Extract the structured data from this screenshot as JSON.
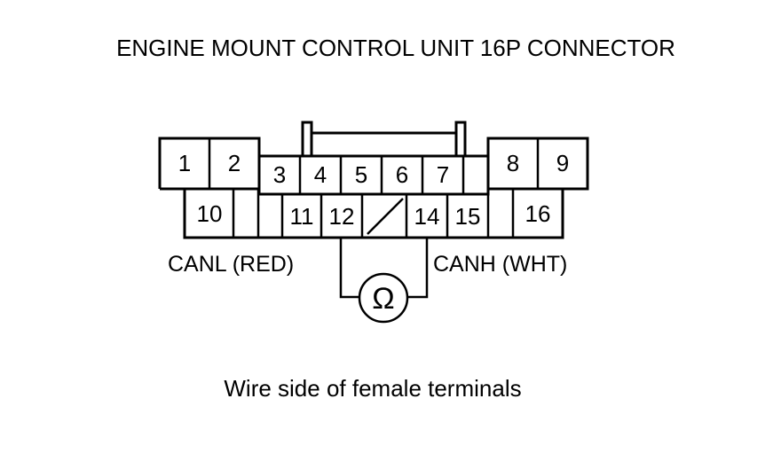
{
  "title": "ENGINE MOUNT CONTROL UNIT 16P CONNECTOR",
  "caption": "Wire side of female terminals",
  "connector": {
    "pins": {
      "p1": "1",
      "p2": "2",
      "p3": "3",
      "p4": "4",
      "p5": "5",
      "p6": "6",
      "p7": "7",
      "p8": "8",
      "p9": "9",
      "p10": "10",
      "p11": "11",
      "p12": "12",
      "p14": "14",
      "p15": "15",
      "p16": "16"
    }
  },
  "probe": {
    "left_label": "CANL (RED)",
    "right_label": "CANH (WHT)",
    "meter_symbol": "Ω"
  },
  "colors": {
    "line": "#000000",
    "background": "#ffffff"
  }
}
